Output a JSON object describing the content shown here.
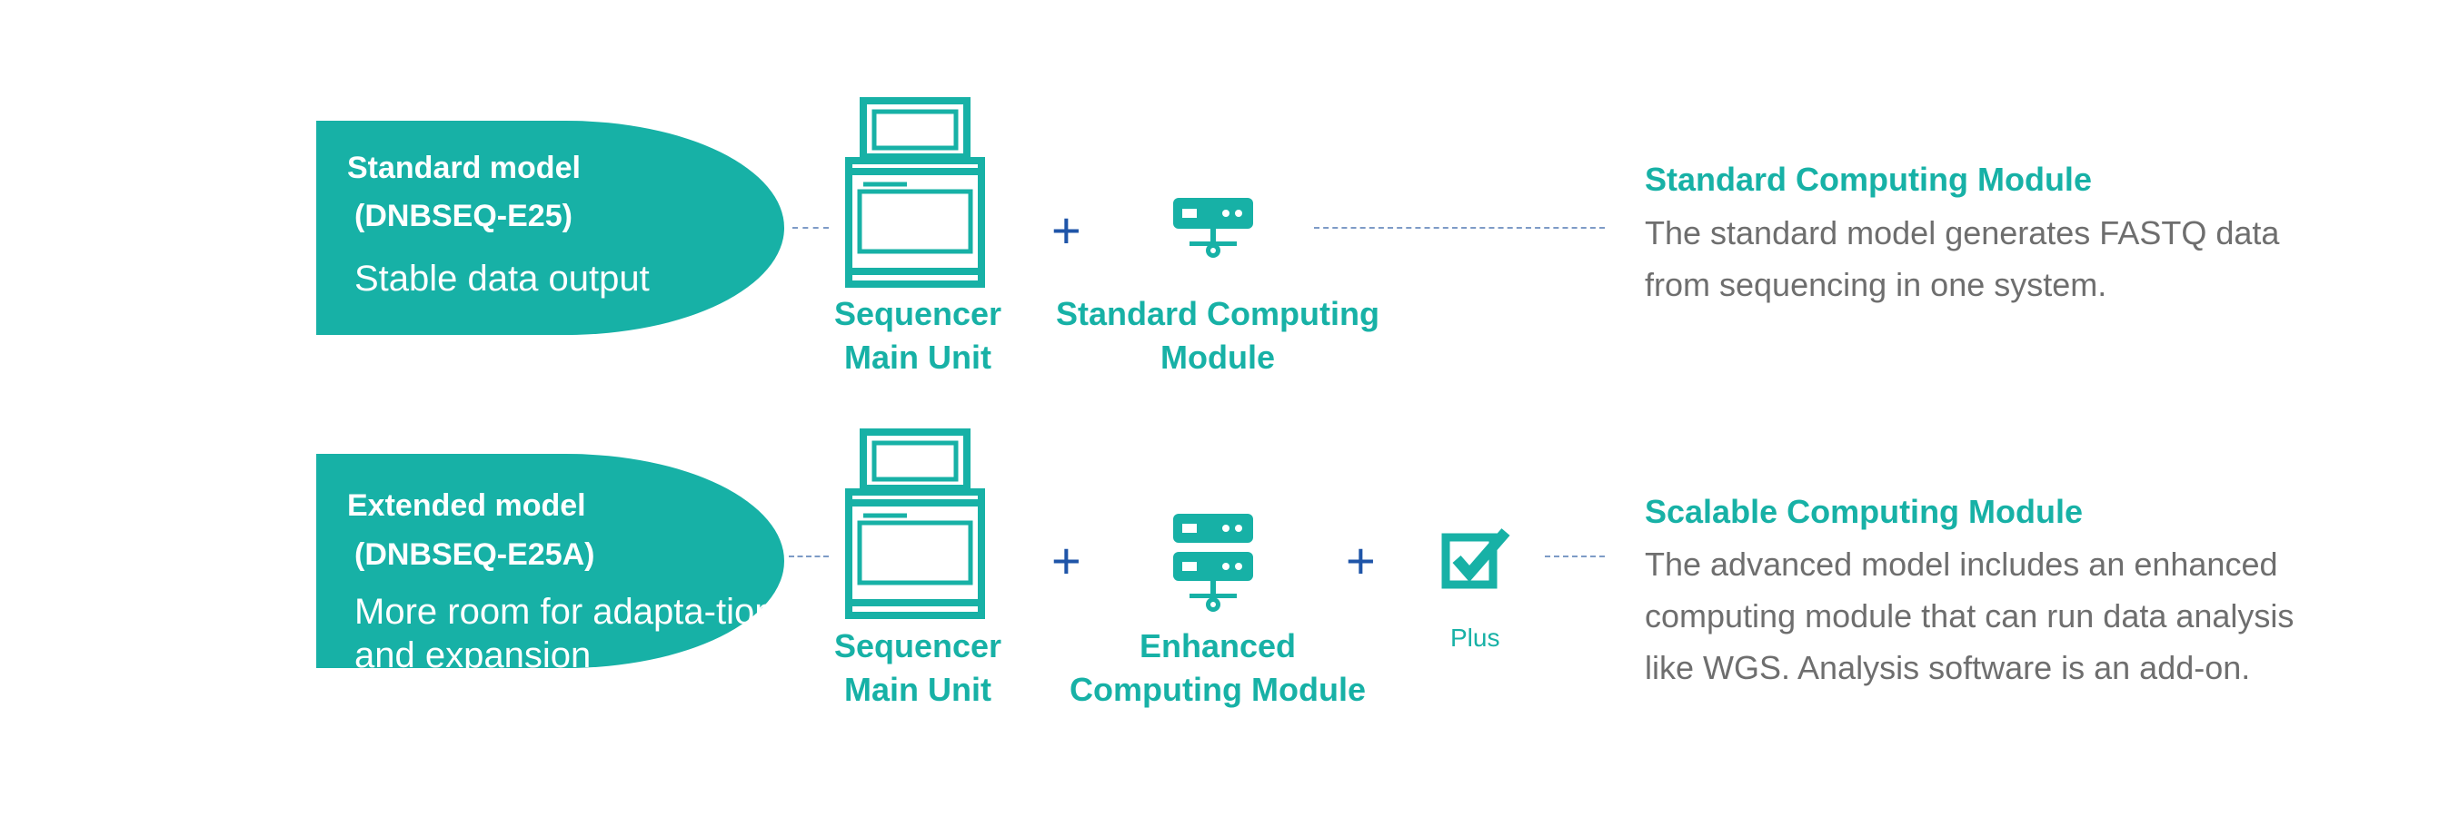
{
  "standard": {
    "name_line1": "Standard model",
    "name_line2": "(DNBSEQ-E25)",
    "desc": "Stable data output",
    "sequencer_label": "Sequencer Main Unit",
    "module_label": "Standard Computing Module",
    "info_title": "Standard Computing Module",
    "info_text": "The standard model generates FASTQ data from sequencing in one system.",
    "icons": [
      "sequencer-icon",
      "standard-server-icon"
    ]
  },
  "extended": {
    "name_line1": "Extended model",
    "name_line2": "(DNBSEQ-E25A)",
    "desc": "More room for adapta-tion and expansion",
    "sequencer_label": "Sequencer Main Unit",
    "module_label": "Enhanced Computing Module",
    "plus_label": "Plus",
    "info_title": "Scalable Computing Module",
    "info_text": "The advanced model includes an enhanced computing module that can run data analysis like WGS. Analysis software is an add-on.",
    "icons": [
      "sequencer-icon",
      "enhanced-server-icon",
      "checkbox-icon"
    ]
  },
  "plus_sign": "+",
  "colors": {
    "teal": "#17b1a6",
    "blue": "#1f55a8",
    "gray_text": "#6e6e6e",
    "dash": "#7d9bc6"
  }
}
